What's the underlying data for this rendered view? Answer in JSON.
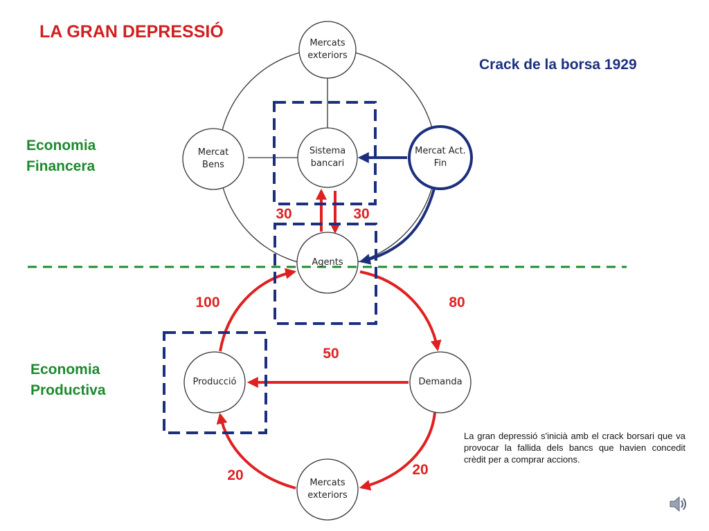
{
  "title": "LA GRAN DEPRESSIÓ",
  "subtitle": "Crack de la borsa 1929",
  "sections": {
    "financial": "Economia Financera",
    "productive": "Economia Productiva"
  },
  "nodes": {
    "external_markets_top": "Mercats exteriors",
    "goods_market": "Mercat Bens",
    "banking_system": "Sistema bancari",
    "financial_assets_market": "Mercat Act. Fin",
    "agents": "Agents",
    "production": "Producció",
    "demand": "Demanda",
    "external_markets_bottom": "Mercats exteriors"
  },
  "flow_values": {
    "agents_to_bank": "30",
    "bank_to_agents": "30",
    "production_to_agents": "100",
    "agents_to_demand": "80",
    "demand_to_production": "50",
    "demand_to_external": "20",
    "external_to_production": "20"
  },
  "note": "La gran depressió s'inicià amb el crack borsari que va provocar la fallida dels bancs que havien concedit crèdit per a comprar accions.",
  "colors": {
    "title": "#d21e1e",
    "subtitle": "#1c2f7f",
    "section": "#1c8a2d",
    "flow": "#e02020",
    "highlight": "#1c2f7f",
    "divider": "#1c8a2d"
  },
  "icons": {
    "speaker": "speaker-icon"
  }
}
